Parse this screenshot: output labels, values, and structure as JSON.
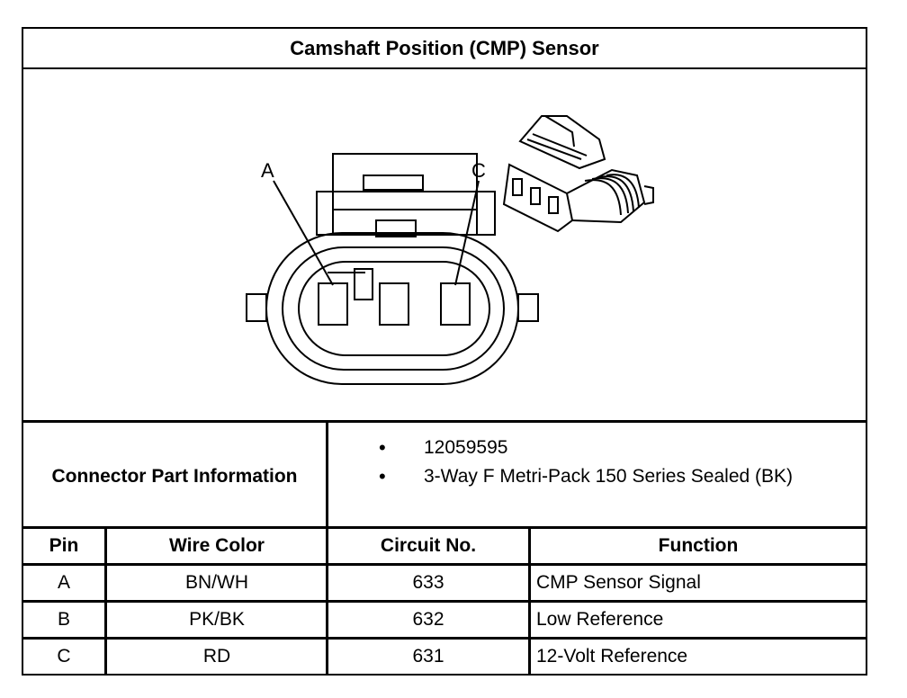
{
  "title": "Camshaft Position (CMP) Sensor",
  "figure": {
    "label_a": "A",
    "label_c": "C"
  },
  "connector_info": {
    "label": "Connector Part Information",
    "items": [
      "12059595",
      "3-Way F Metri-Pack 150 Series Sealed (BK)"
    ]
  },
  "table": {
    "headers": [
      "Pin",
      "Wire Color",
      "Circuit No.",
      "Function"
    ],
    "rows": [
      [
        "A",
        "BN/WH",
        "633",
        "CMP Sensor Signal"
      ],
      [
        "B",
        "PK/BK",
        "632",
        "Low Reference"
      ],
      [
        "C",
        "RD",
        "631",
        "12-Volt Reference"
      ]
    ]
  }
}
